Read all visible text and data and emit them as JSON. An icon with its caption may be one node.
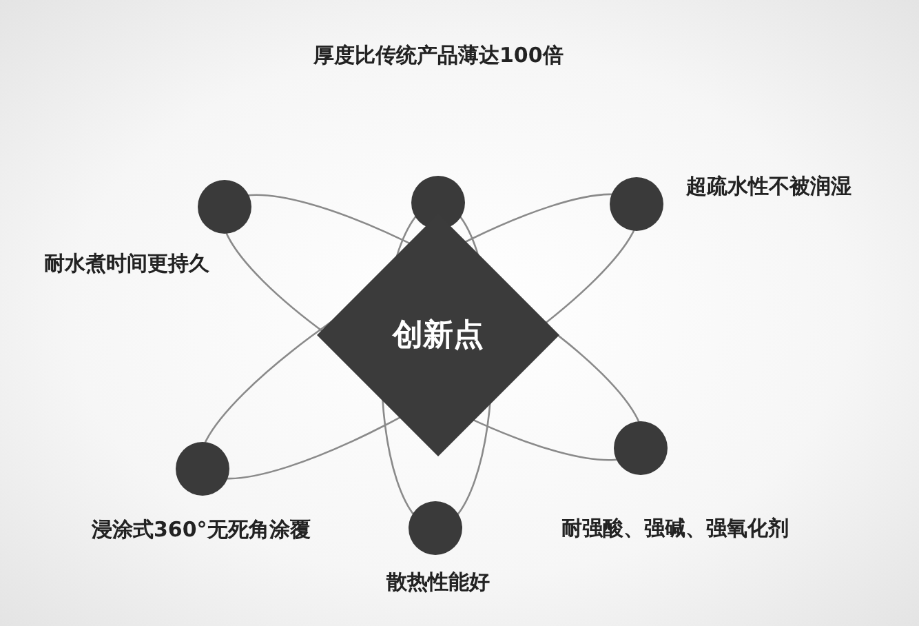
{
  "diagram": {
    "nodes": [
      {
        "text": [],
        "shape": "circle"
      },
      {
        "text": [],
        "shape": "circle",
        "beside": [
          "超疏水性不被润湿"
        ]
      },
      {
        "text": [],
        "shape": "circle",
        "beside": [
          "耐水煮时间更持久"
        ]
      },
      {
        "text": [
          "创新点"
        ]
      },
      {
        "text": [],
        "shape": "circle",
        "beside": [
          "耐强酸、强碱、强氧化剂"
        ]
      },
      {
        "text": [],
        "shape": "circle",
        "beside": [
          "浸涂式360°无死角涂覆"
        ]
      },
      {
        "text": [],
        "shape": "circle",
        "beside": [
          "散热性能好"
        ]
      }
    ],
    "labels": [
      "厚度比传统产品薄达100倍"
    ]
  }
}
